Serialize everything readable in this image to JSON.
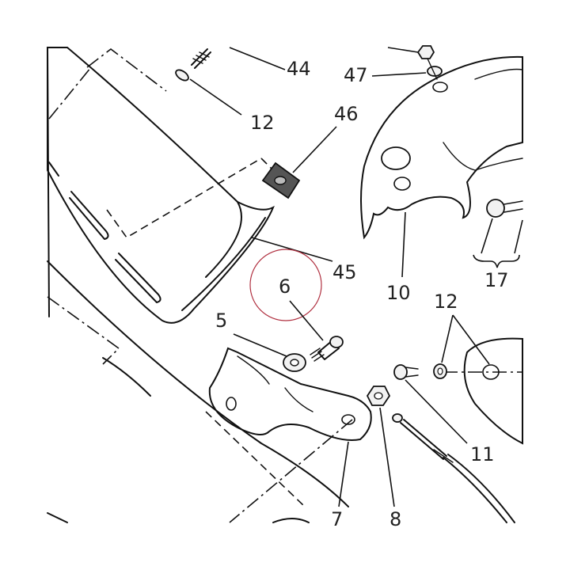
{
  "diagram": {
    "callouts": {
      "c44": "44",
      "c47": "47",
      "c12a": "12",
      "c46": "46",
      "c45": "45",
      "c6": "6",
      "c10": "10",
      "c17": "17",
      "c5": "5",
      "c12b": "12",
      "c11": "11",
      "c7": "7",
      "c8": "8"
    },
    "highlight_color": "#b03040",
    "line_color": "#111111"
  }
}
